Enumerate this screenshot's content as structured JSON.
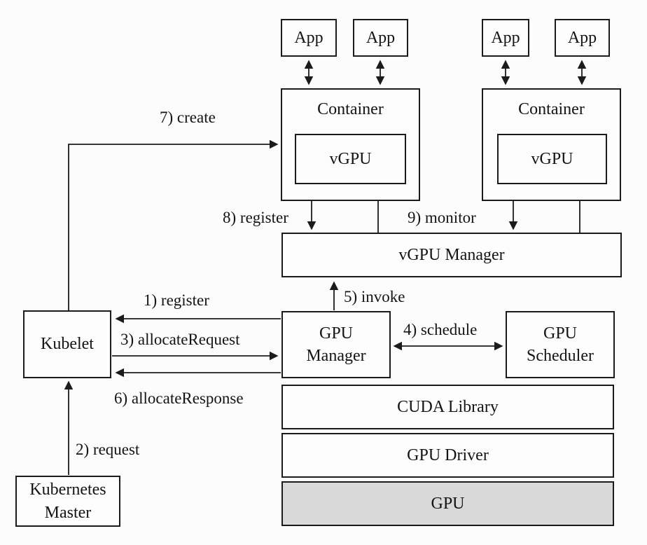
{
  "nodes": {
    "app1": "App",
    "app2": "App",
    "app3": "App",
    "app4": "App",
    "container_left": "Container",
    "container_right": "Container",
    "vgpu_left": "vGPU",
    "vgpu_right": "vGPU",
    "vgpu_manager": "vGPU Manager",
    "gpu_manager": "GPU\nManager",
    "gpu_scheduler": "GPU\nScheduler",
    "cuda_library": "CUDA Library",
    "gpu_driver": "GPU Driver",
    "gpu": "GPU",
    "kubelet": "Kubelet",
    "kubernetes_master": "Kubernetes\nMaster"
  },
  "edges": {
    "e1": "1) register",
    "e2": "2) request",
    "e3": "3) allocateRequest",
    "e4": "4) schedule",
    "e5": "5) invoke",
    "e6": "6) allocateResponse",
    "e7": "7) create",
    "e8": "8) register",
    "e9": "9) monitor"
  },
  "colors": {
    "background": "#fcfcfc",
    "box_fill": "#fdfdfd",
    "gpu_fill": "#d9d9d9",
    "line": "#1b1b1b"
  }
}
